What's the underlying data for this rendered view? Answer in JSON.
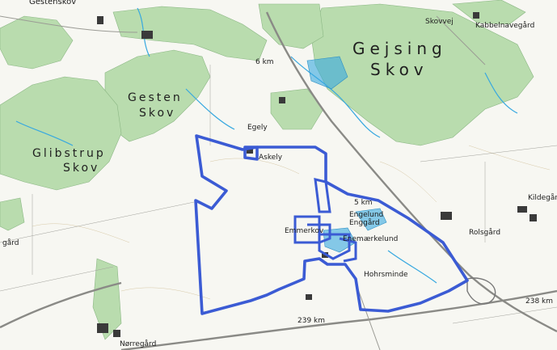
{
  "forests": {
    "gejsing_line1": "Gejsing",
    "gejsing_line2": "Skov",
    "gesten_line1": "Gesten",
    "gesten_line2": "Skov",
    "glibstrup_line1": "Glibstrup",
    "glibstrup_line2": "Skov",
    "top_left_partial": "Gestenskov"
  },
  "places": {
    "skovvej": "Skovvej",
    "kabbelnavegaard": "Kabbelnavegård",
    "egely": "Egely",
    "askely": "Askely",
    "emmerskov": "Emmerkov",
    "enggaard": "Enggård",
    "enemarkelund": "Enemærkelund",
    "engelund": "Engelund",
    "kildegaard": "Kildegård",
    "rolsgaard": "Rolsgård",
    "hohrsminde": "Hohrsminde",
    "left_partial": "gård",
    "bottom_left": "Nørregård"
  },
  "km_markers": {
    "km6": "6 km",
    "km5": "5 km",
    "km238": "238 km",
    "km239": "239 km"
  },
  "colors": {
    "boundary": "#3b5bd4",
    "forest": "#b9dcae",
    "water": "#37a8e0",
    "road": "#8a8a86",
    "background": "#f7f7f2"
  }
}
